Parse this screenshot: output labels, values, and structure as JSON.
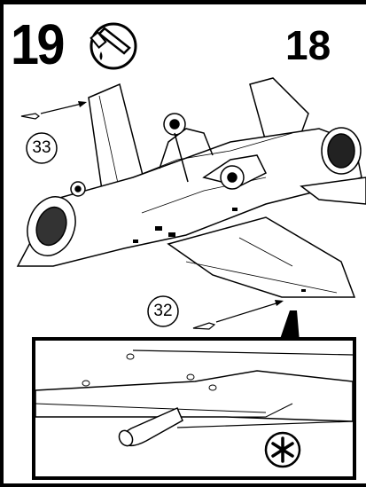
{
  "step": {
    "number": "19"
  },
  "parts": {
    "fuselage_ref": "18",
    "left_pitot": "33",
    "right_pitot": "32"
  },
  "icons": {
    "glue": "glue-tube-icon",
    "optional": "asterisk-circle-icon"
  }
}
